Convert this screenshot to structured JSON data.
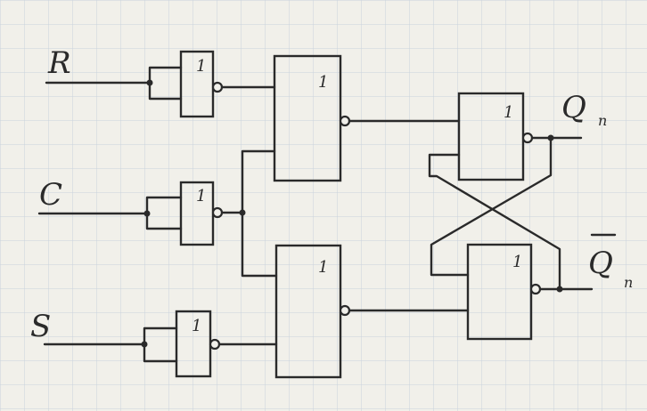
{
  "inputs": {
    "r": "R",
    "c": "C",
    "s": "S"
  },
  "outputs": {
    "q": "Q",
    "q_sub": "n",
    "qbar": "Q",
    "qbar_sub": "n"
  },
  "gate_labels": {
    "inv_r": "1",
    "inv_c": "1",
    "inv_s": "1",
    "nor_top": "1",
    "nor_bottom": "1",
    "latch_top": "1",
    "latch_bottom": "1"
  },
  "colors": {
    "paper": "#f1f0ea",
    "grid": "#c9d2dc",
    "ink": "#2a2a2a"
  }
}
